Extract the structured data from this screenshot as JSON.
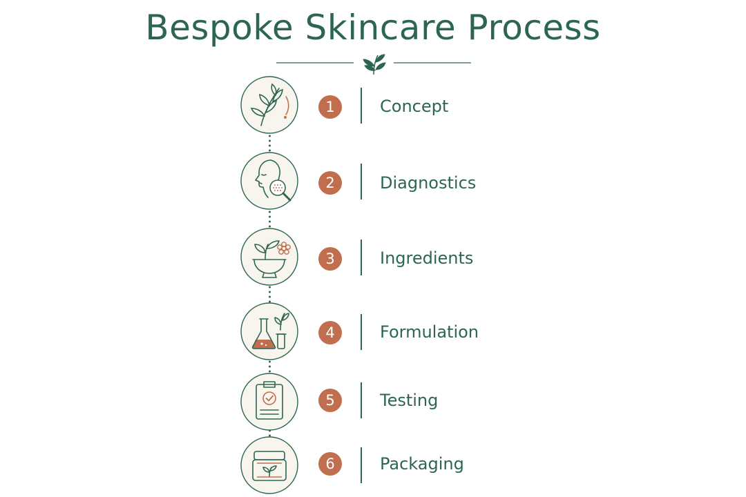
{
  "header": {
    "title": "Bespoke Skincare Process"
  },
  "steps": [
    {
      "number": "1",
      "label": "Concept",
      "icon": "botanical-sprig-icon"
    },
    {
      "number": "2",
      "label": "Diagnostics",
      "icon": "face-skin-analysis-icon"
    },
    {
      "number": "3",
      "label": "Ingredients",
      "icon": "herb-mortar-bowl-icon"
    },
    {
      "number": "4",
      "label": "Formulation",
      "icon": "lab-flask-icon"
    },
    {
      "number": "5",
      "label": "Testing",
      "icon": "clipboard-check-icon"
    },
    {
      "number": "6",
      "label": "Packaging",
      "icon": "cream-jar-icon"
    }
  ],
  "colors": {
    "primary_green": "#2c6650",
    "accent_terracotta": "#c06e4e",
    "icon_background": "#f7f5ee"
  }
}
